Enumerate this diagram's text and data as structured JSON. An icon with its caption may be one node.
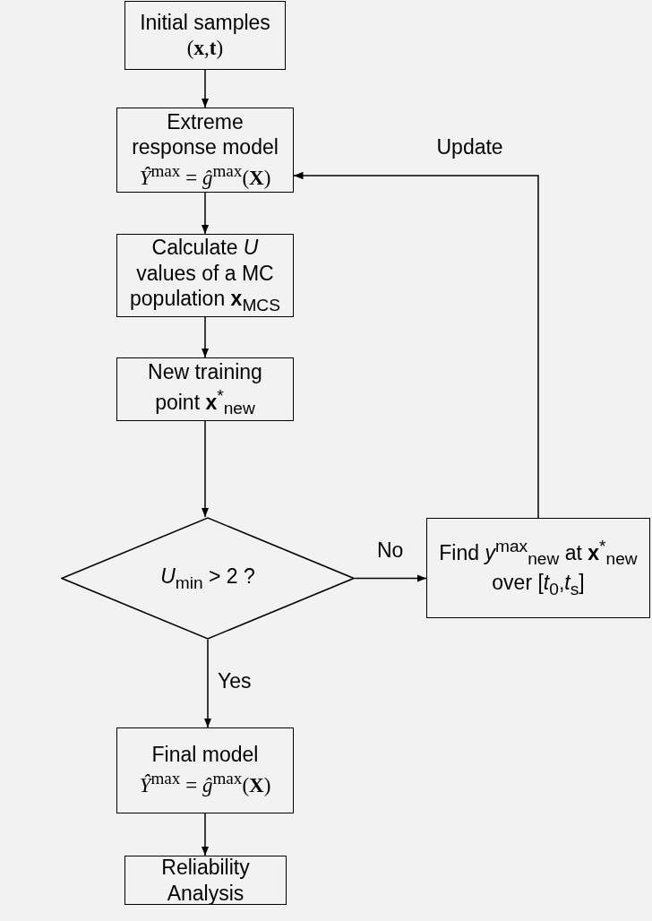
{
  "diagram": {
    "nodes": [
      {
        "text": [
          "Initial samples",
          "(**x**,**t**)"
        ]
      },
      {
        "text": [
          "Extreme response model",
          "*Ŷ*$^{max}$ = *ĝ*$^{max}$(**X**)"
        ]
      },
      {
        "text": [
          "Calculate *U* values of a MC population **x**$_{MCS}$"
        ]
      },
      {
        "text": [
          "New training point **x**$^{*}$$_{new}$"
        ]
      },
      {
        "text": [
          "*U*$_{min}$ > 2 ?"
        ]
      },
      {
        "text": [
          "Find *y*$^{max}$$_{new}$ at **x**$^{*}$$_{new}$ over [*t*$_{0}$,*t*$_{s}$]"
        ]
      },
      {
        "text": [
          "Final model",
          "*Ŷ*$^{max}$ = *ĝ*$^{max}$(**X**)"
        ]
      },
      {
        "text": [
          "Reliability Analysis"
        ]
      }
    ],
    "edges": [
      {
        "from": 0,
        "to": 1,
        "arrow": "to"
      },
      {
        "from": 1,
        "to": 2,
        "arrow": "to"
      },
      {
        "from": 2,
        "to": 3,
        "arrow": "to"
      },
      {
        "from": 3,
        "to": 4,
        "arrow": "to"
      },
      {
        "from": 4,
        "to": 5,
        "arrow": "to",
        "label": "No"
      },
      {
        "from": 5,
        "to": 1,
        "arrow": "to",
        "label": "Update"
      },
      {
        "from": 4,
        "to": 6,
        "arrow": "to",
        "label": "Yes"
      },
      {
        "from": 6,
        "to": 7,
        "arrow": "to"
      }
    ]
  }
}
